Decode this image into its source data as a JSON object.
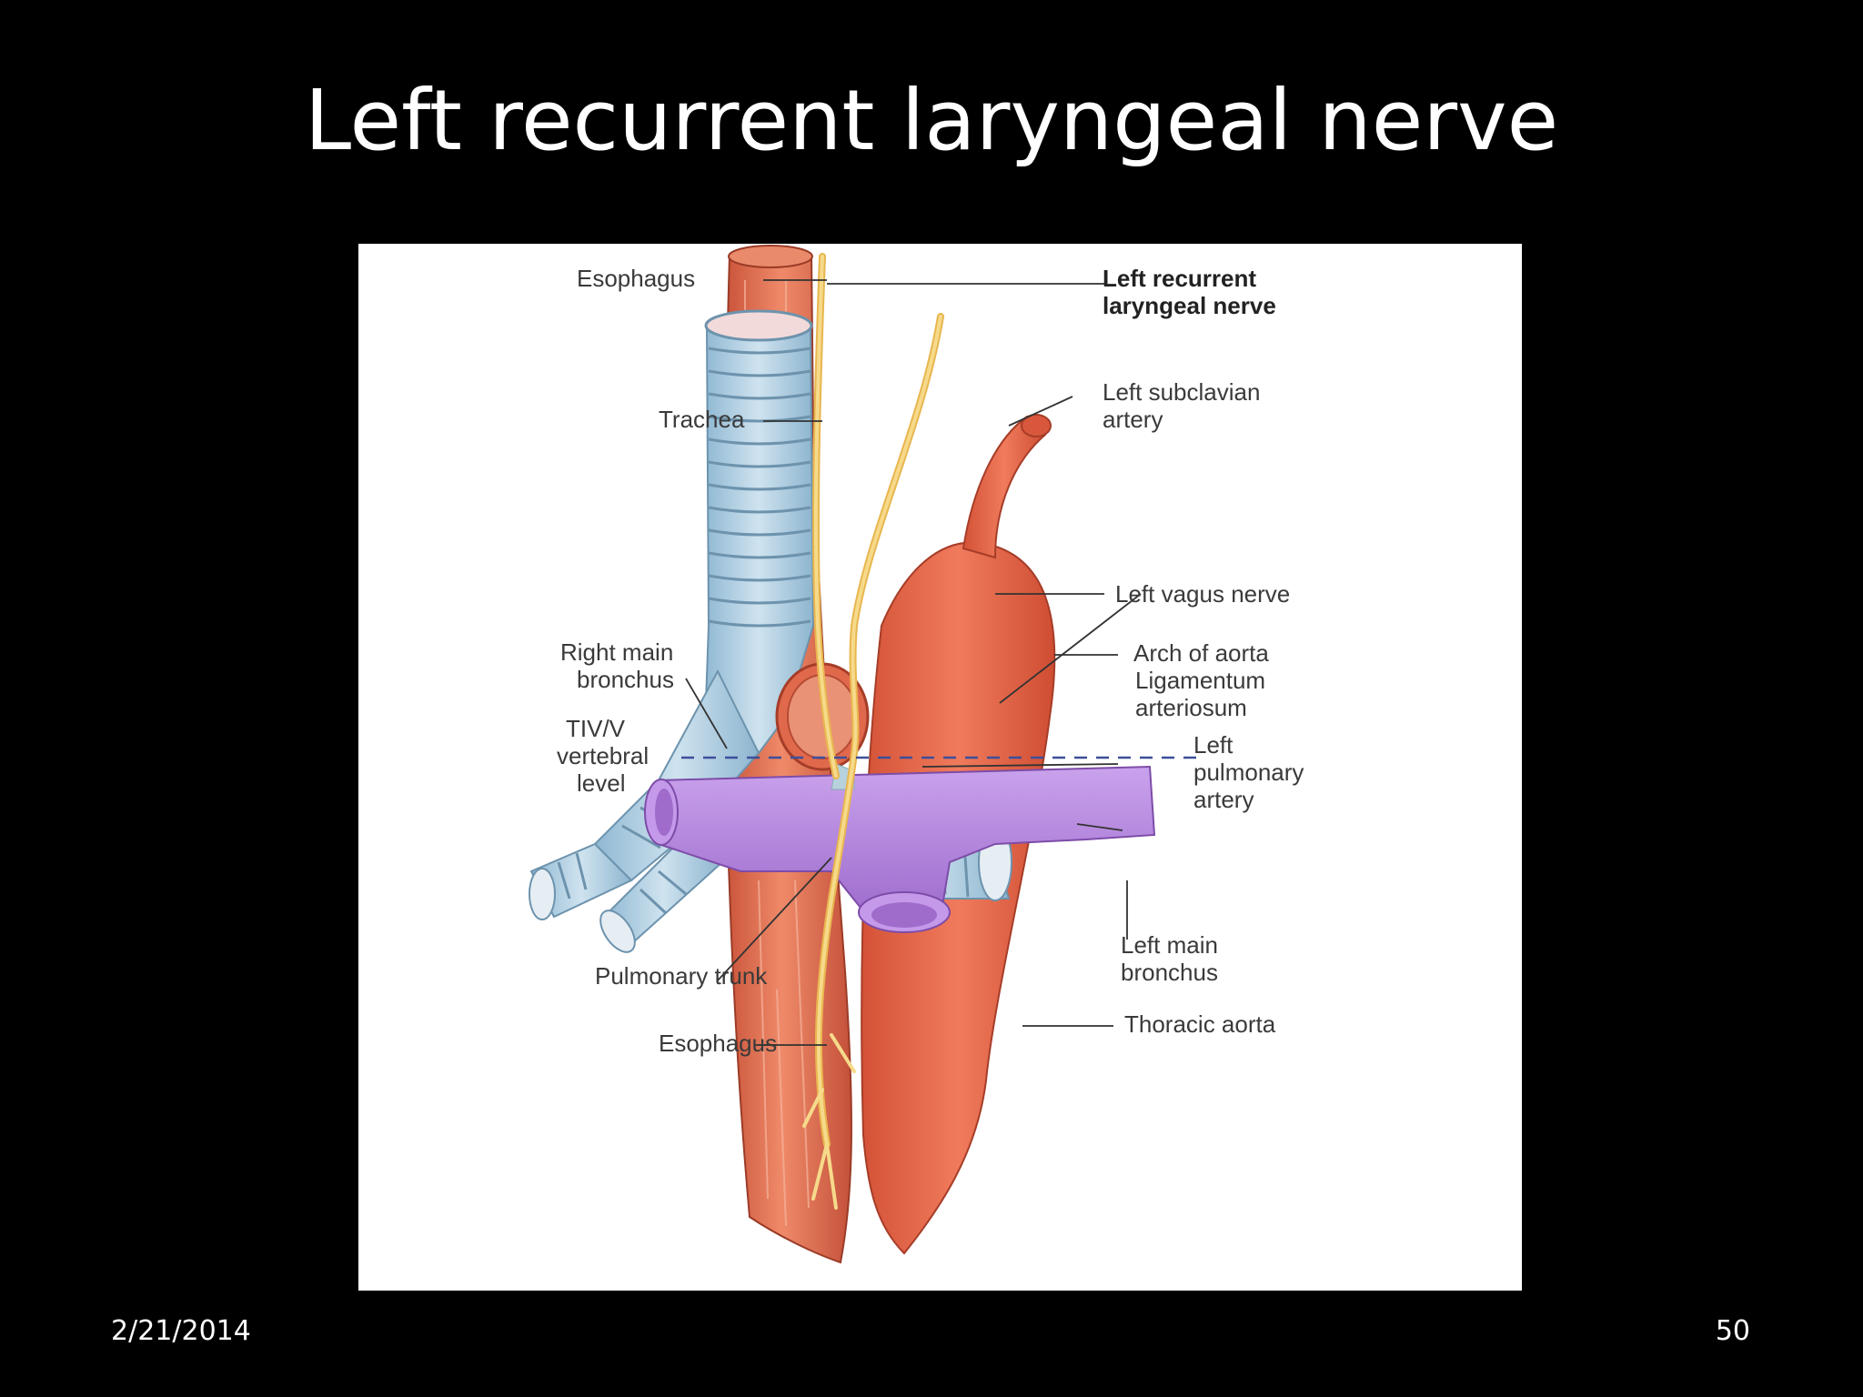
{
  "slide": {
    "title": "Left recurrent laryngeal nerve",
    "date": "2/21/2014",
    "page_number": "50"
  },
  "diagram": {
    "labels": {
      "esophagus_top": "Esophagus",
      "left_recurrent_1": "Left recurrent",
      "left_recurrent_2": "laryngeal nerve",
      "trachea": "Trachea",
      "left_subclavian_1": "Left subclavian",
      "left_subclavian_2": "artery",
      "left_vagus": "Left vagus nerve",
      "arch_of_aorta": "Arch of aorta",
      "right_main_bronchus_1": "Right main",
      "right_main_bronchus_2": "bronchus",
      "ligamentum_1": "Ligamentum",
      "ligamentum_2": "arteriosum",
      "tiv_1": "TIV/V",
      "tiv_2": "vertebral",
      "tiv_3": "level",
      "left_pulmonary_1": "Left",
      "left_pulmonary_2": "pulmonary",
      "left_pulmonary_3": "artery",
      "left_main_bronchus_1": "Left main",
      "left_main_bronchus_2": "bronchus",
      "pulmonary_trunk": "Pulmonary trunk",
      "thoracic_aorta": "Thoracic aorta",
      "esophagus_bottom": "Esophagus"
    },
    "colors": {
      "esophagus": "#e0714f",
      "aorta": "#e86a4d",
      "trachea": "#a9cbe0",
      "nerve": "#f2d277",
      "pulmonary": "#b98be0",
      "background": "#ffffff"
    }
  }
}
